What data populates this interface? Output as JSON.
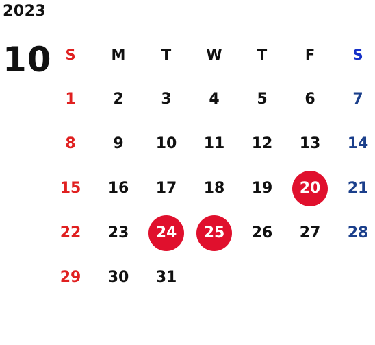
{
  "calendar": {
    "year": "2023",
    "month": "10",
    "weekdays": [
      "S",
      "M",
      "T",
      "W",
      "T",
      "F",
      "S"
    ],
    "leading_blanks": 0,
    "days": [
      "1",
      "2",
      "3",
      "4",
      "5",
      "6",
      "7",
      "8",
      "9",
      "10",
      "11",
      "12",
      "13",
      "14",
      "15",
      "16",
      "17",
      "18",
      "19",
      "20",
      "21",
      "22",
      "23",
      "24",
      "25",
      "26",
      "27",
      "28",
      "29",
      "30",
      "31"
    ],
    "highlighted_days": [
      "20",
      "24",
      "25"
    ],
    "colors": {
      "sunday": "#e02020",
      "saturday": "#1b3f8b",
      "saturday_header": "#1530c8",
      "highlight": "#e0102d",
      "text": "#111111"
    }
  }
}
